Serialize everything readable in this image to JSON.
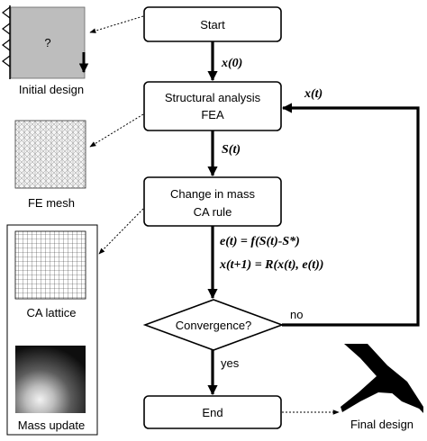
{
  "nodes": {
    "start": "Start",
    "analysis_line1": "Structural analysis",
    "analysis_line2": "FEA",
    "rule_line1": "Change in mass",
    "rule_line2": "CA rule",
    "decision": "Convergence?",
    "end": "End"
  },
  "edges": {
    "x0": "x(0)",
    "xt": "x(t)",
    "st": "S(t)",
    "no": "no",
    "yes": "yes"
  },
  "equations": {
    "error": "e(t) = f(S(t)-S*)",
    "update": "x(t+1) = R(x(t), e(t))"
  },
  "side_labels": {
    "initial_design": "Initial design",
    "question_mark": "?",
    "fe_mesh": "FE mesh",
    "ca_lattice": "CA lattice",
    "mass_update": "Mass update",
    "final_design": "Final design"
  }
}
